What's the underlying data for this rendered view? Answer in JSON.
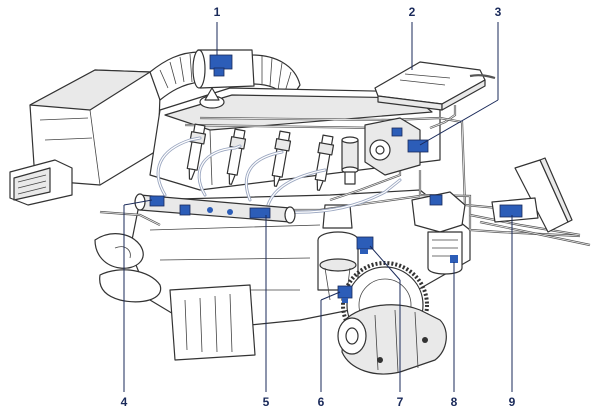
{
  "colors": {
    "ink": "#1a2a5a",
    "component_blue": "#2c5db8",
    "outline": "#333333"
  },
  "callouts": [
    {
      "id": "callout-1",
      "number": "1"
    },
    {
      "id": "callout-2",
      "number": "2"
    },
    {
      "id": "callout-3",
      "number": "3"
    },
    {
      "id": "callout-4",
      "number": "4"
    },
    {
      "id": "callout-5",
      "number": "5"
    },
    {
      "id": "callout-6",
      "number": "6"
    },
    {
      "id": "callout-7",
      "number": "7"
    },
    {
      "id": "callout-8",
      "number": "8"
    },
    {
      "id": "callout-9",
      "number": "9"
    }
  ]
}
